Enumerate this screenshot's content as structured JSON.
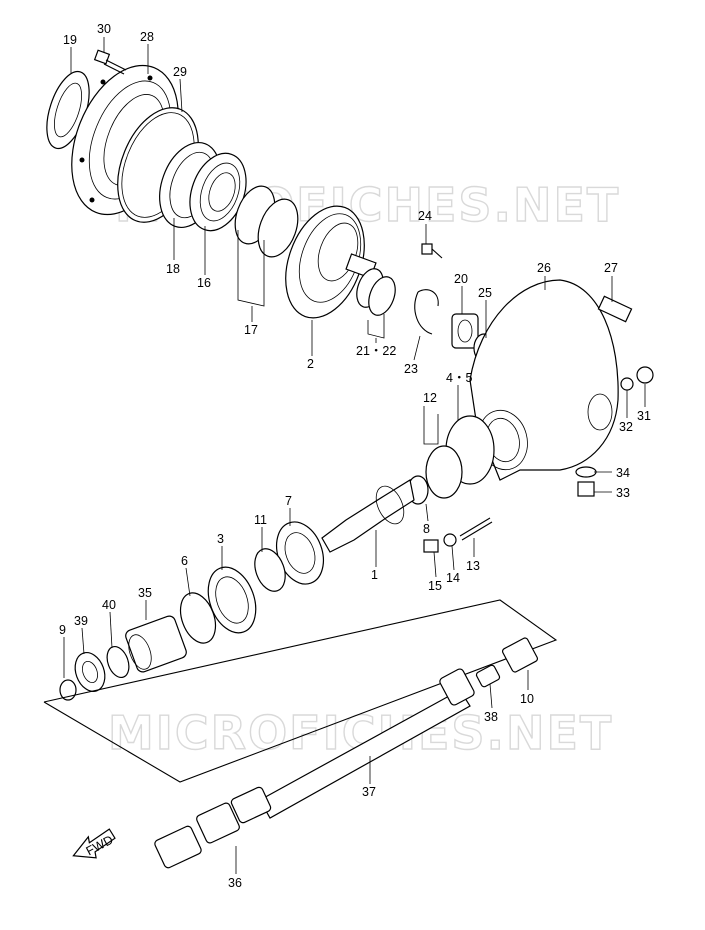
{
  "watermark": "MICROFICHES.NET",
  "fwd_label": "FWD",
  "callouts": [
    {
      "id": "c19",
      "text": "19"
    },
    {
      "id": "c30",
      "text": "30"
    },
    {
      "id": "c28",
      "text": "28"
    },
    {
      "id": "c29",
      "text": "29"
    },
    {
      "id": "c18",
      "text": "18"
    },
    {
      "id": "c16",
      "text": "16"
    },
    {
      "id": "c17",
      "text": "17"
    },
    {
      "id": "c24",
      "text": "24"
    },
    {
      "id": "c2",
      "text": "2"
    },
    {
      "id": "c2122",
      "text": "21・22"
    },
    {
      "id": "c20",
      "text": "20"
    },
    {
      "id": "c25",
      "text": "25"
    },
    {
      "id": "c23",
      "text": "23"
    },
    {
      "id": "c26",
      "text": "26"
    },
    {
      "id": "c27",
      "text": "27"
    },
    {
      "id": "c45",
      "text": "4・5"
    },
    {
      "id": "c12",
      "text": "12"
    },
    {
      "id": "c31",
      "text": "31"
    },
    {
      "id": "c32",
      "text": "32"
    },
    {
      "id": "c34",
      "text": "34"
    },
    {
      "id": "c33",
      "text": "33"
    },
    {
      "id": "c7",
      "text": "7"
    },
    {
      "id": "c11",
      "text": "11"
    },
    {
      "id": "c3",
      "text": "3"
    },
    {
      "id": "c1",
      "text": "1"
    },
    {
      "id": "c8",
      "text": "8"
    },
    {
      "id": "c13",
      "text": "13"
    },
    {
      "id": "c14",
      "text": "14"
    },
    {
      "id": "c15",
      "text": "15"
    },
    {
      "id": "c6",
      "text": "6"
    },
    {
      "id": "c35",
      "text": "35"
    },
    {
      "id": "c40",
      "text": "40"
    },
    {
      "id": "c39",
      "text": "39"
    },
    {
      "id": "c9",
      "text": "9"
    },
    {
      "id": "c10",
      "text": "10"
    },
    {
      "id": "c38",
      "text": "38"
    },
    {
      "id": "c37",
      "text": "37"
    },
    {
      "id": "c36",
      "text": "36"
    }
  ]
}
